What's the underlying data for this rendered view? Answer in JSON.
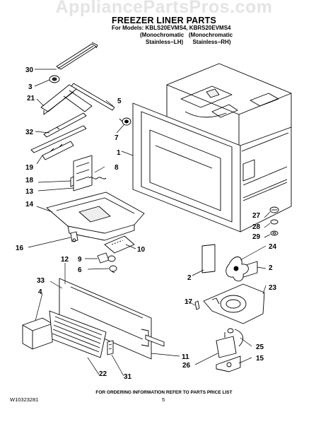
{
  "watermark": "AppliancePartsPros.com",
  "title": "FREEZER LINER PARTS",
  "models": {
    "line1": "For Models: KBLS20EVMS4, KBRS20EVMS4",
    "line2": "(Monochromatic   (Monochromatic",
    "line3": "Stainless−LH)      Stainless−RH)"
  },
  "footnote": "FOR ORDERING INFORMATION REFER TO PARTS PRICE LIST",
  "part_number": "W10323281",
  "page_number": "5",
  "callouts": [
    "30",
    "3",
    "5",
    "21",
    "7",
    "32",
    "1",
    "19",
    "8",
    "18",
    "13",
    "14",
    "27",
    "28",
    "29",
    "10",
    "16",
    "24",
    "12",
    "9",
    "6",
    "2",
    "2",
    "23",
    "33",
    "4",
    "17",
    "25",
    "11",
    "26",
    "15",
    "22",
    "31"
  ]
}
